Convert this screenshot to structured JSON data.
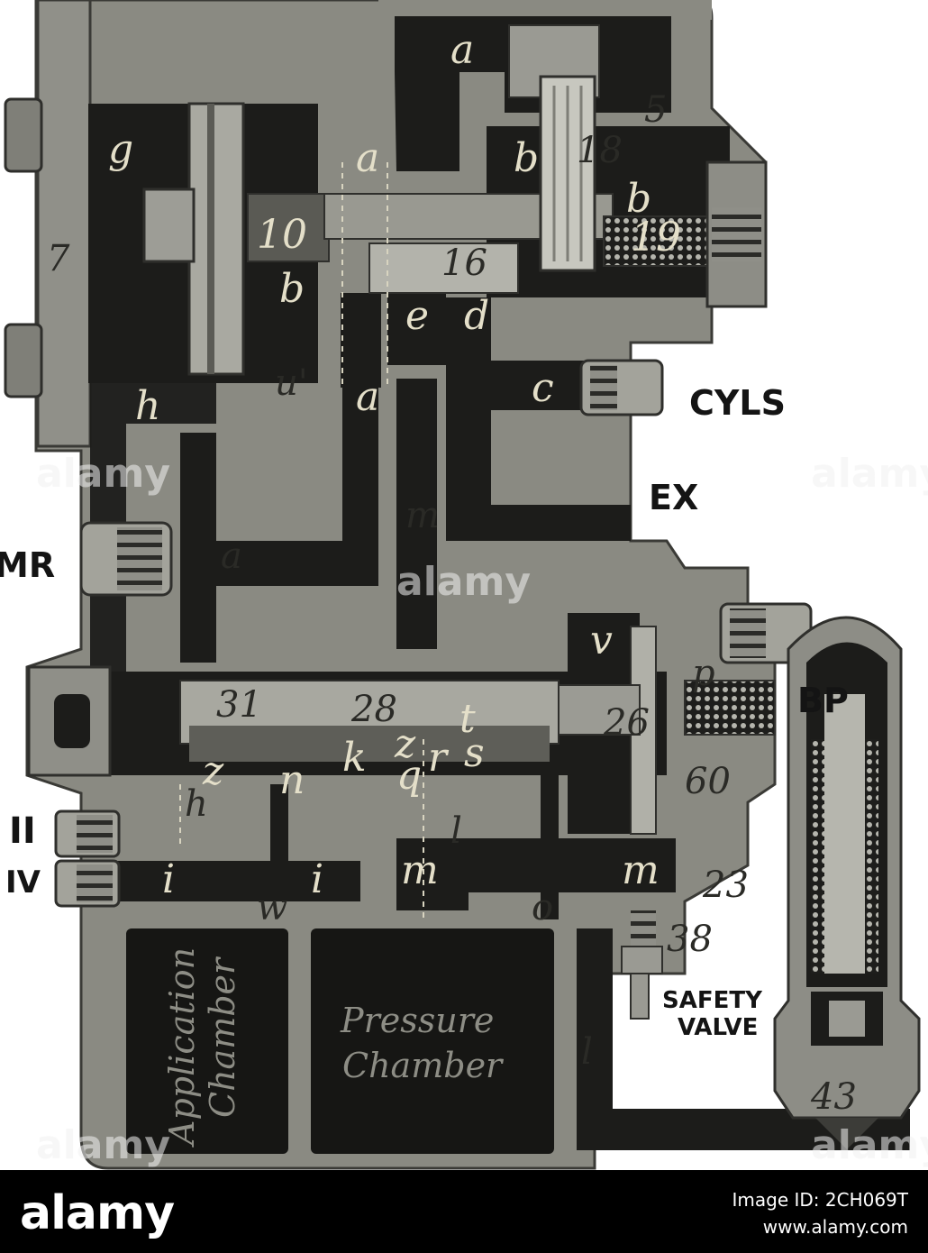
{
  "diagram": {
    "port_labels": {
      "cyls": "CYLS",
      "ex": "EX",
      "mr": "MR",
      "bp": "BP",
      "two": "II",
      "four": "IV",
      "safety_valve_1": "SAFETY",
      "safety_valve_2": "VALVE"
    },
    "part_numbers": {
      "p5": "5",
      "p7": "7",
      "p10": "10",
      "p16": "16",
      "p18": "18",
      "p19": "19",
      "p23": "23",
      "p26": "26",
      "p28": "28",
      "p31": "31",
      "p38": "38",
      "p43": "43",
      "p60": "60"
    },
    "passage_letters": {
      "a1": "a",
      "a2": "a",
      "a3": "a",
      "a4": "a",
      "b1": "b",
      "b2": "b",
      "b3": "b",
      "c": "c",
      "d": "d",
      "e": "e",
      "g": "g",
      "h1": "h",
      "h2": "h",
      "i1": "i",
      "i2": "i",
      "k": "k",
      "l1": "l",
      "l2": "l",
      "m1": "m",
      "m2": "m",
      "m3": "m",
      "n": "n",
      "o": "o",
      "p": "p",
      "q": "q",
      "r": "r",
      "s": "s",
      "t": "t",
      "u1": "u'",
      "v": "v",
      "w": "w",
      "z1": "z",
      "z2": "z"
    },
    "chambers": {
      "application_1": "Application",
      "application_2": "Chamber",
      "pressure_1": "Pressure",
      "pressure_2": "Chamber"
    }
  },
  "watermark": {
    "text": "alamy"
  },
  "footer": {
    "brand": "alamy",
    "image_id": "Image ID: 2CH069T",
    "site": "www.alamy.com"
  },
  "colors": {
    "casting": "#8a8a82",
    "casting_dark": "#6f6f68",
    "passage": "#1c1c1a",
    "paper": "#ffffff"
  }
}
